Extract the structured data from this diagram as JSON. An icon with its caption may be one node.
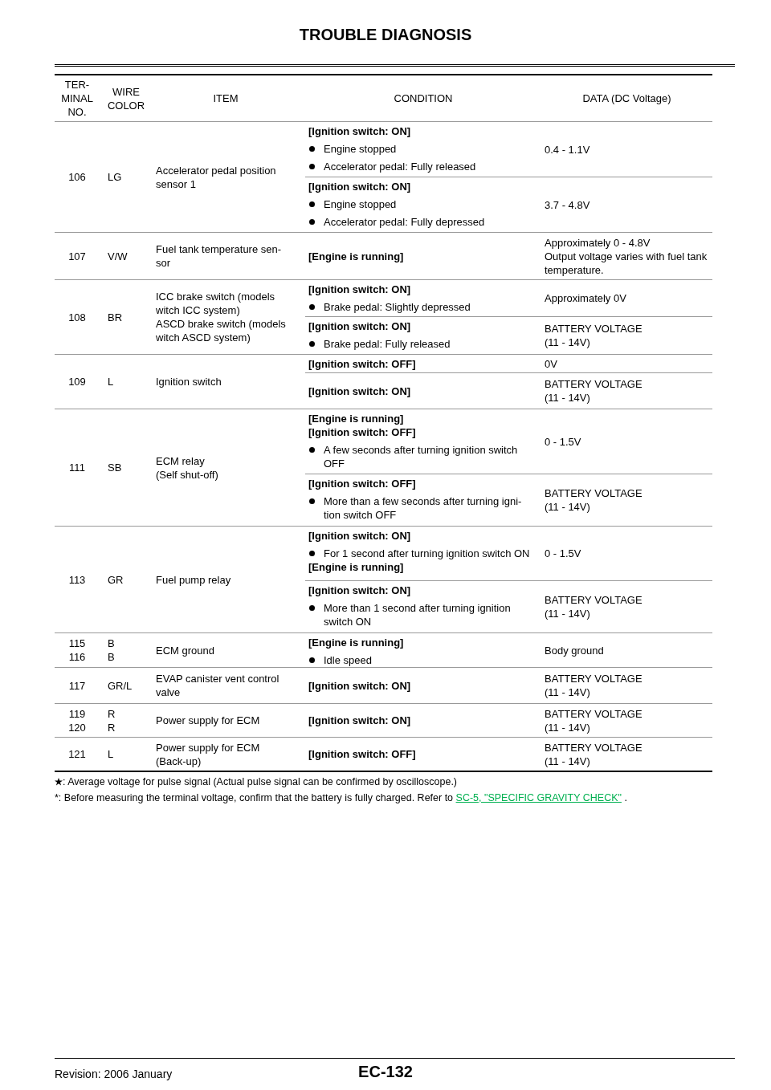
{
  "diagram": {
    "title": "TROUBLE DIAGNOSIS",
    "labels": [
      "TER- MINAL NO.",
      "WIRE COLOR",
      "ITEM",
      "CONDITION",
      "DATA (DC Voltage)",
      "106",
      "LG",
      "Accelerator pedal position sensor 1",
      "[Ignition switch: ON]",
      "Engine stopped",
      "Accelerator pedal: Fully released",
      "0.4 - 1.1V",
      "[Ignition switch: ON]",
      "Engine stopped",
      "Accelerator pedal: Fully depressed",
      "3.7 - 4.8V",
      "107",
      "V/W",
      "Fuel tank temperature sen- sor",
      "[Engine is running]",
      "Approximately 0 - 4.8V",
      "Output voltage varies with fuel tank temperature.",
      "108",
      "BR",
      "ICC brake switch (models witch ICC system)",
      "ASCD brake switch (models witch ASCD system)",
      "[Ignition switch: ON]",
      "Brake pedal: Slightly depressed",
      "Approximately 0V",
      "[Ignition switch: ON]",
      "Brake pedal: Fully released",
      "BATTERY VOLTAGE",
      "(11 - 14V)",
      "109",
      "L",
      "Ignition switch",
      "[Ignition switch: OFF]",
      "0V",
      "[Ignition switch: ON]",
      "BATTERY VOLTAGE",
      "(11 - 14V)",
      "111",
      "SB",
      "ECM relay",
      "(Self shut-off)",
      "[Engine is running]",
      "[Ignition switch: OFF]",
      "A few seconds after turning ignition switch OFF",
      "0 - 1.5V",
      "[Ignition switch: OFF]",
      "More than a few seconds after turning igni- tion switch OFF",
      "BATTERY VOLTAGE",
      "(11 - 14V)",
      "113",
      "GR",
      "Fuel pump relay",
      "[Ignition switch: ON]",
      "For 1 second after turning ignition switch ON",
      "[Engine is running]",
      "0 - 1.5V",
      "[Ignition switch: ON]",
      "More than 1 second after turning ignition switch ON",
      "BATTERY VOLTAGE",
      "(11 - 14V)",
      "115",
      "116",
      "B",
      "B",
      "ECM ground",
      "[Engine is running]",
      "Idle speed",
      "Body ground",
      "117",
      "GR/L",
      "EVAP canister vent control valve",
      "[Ignition switch: ON]",
      "BATTERY VOLTAGE",
      "(11 - 14V)",
      "119",
      "120",
      "R",
      "R",
      "Power supply for ECM",
      "[Ignition switch: ON]",
      "BATTERY VOLTAGE",
      "(11 - 14V)",
      "121",
      "L",
      "Power supply for ECM",
      "(Back-up)",
      "[Ignition switch: OFF]",
      "BATTERY VOLTAGE",
      "(11 - 14V)",
      ": Average voltage for pulse signal (Actual pulse signal can be confirmed by oscilloscope.)",
      "*: Before measuring the terminal voltage, confirm that the battery is fully charged. Refer to",
      "SC-5, \"SPECIFIC GRAVITY CHECK\"",
      ".",
      "Revision: 2006 January",
      "EC-132"
    ]
  }
}
